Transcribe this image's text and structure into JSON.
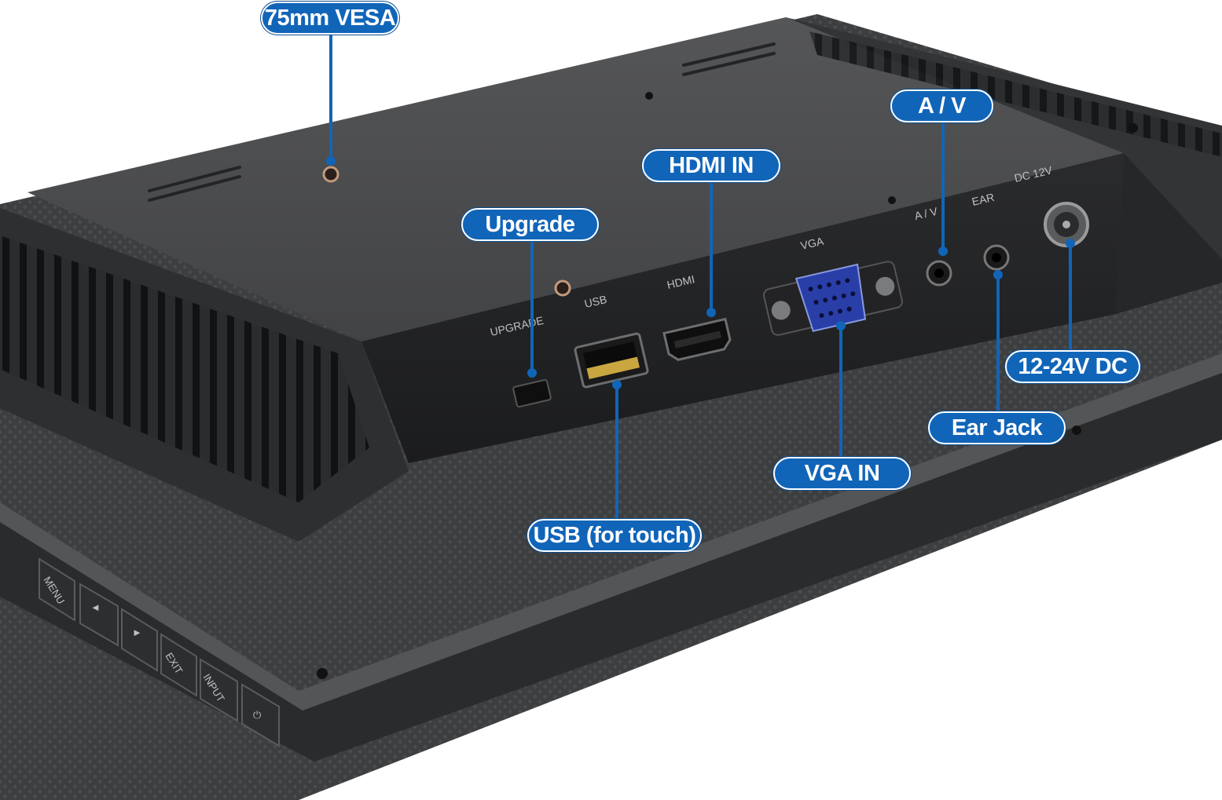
{
  "callouts": {
    "vesa": "75mm VESA",
    "av": "A / V",
    "hdmi_in": "HDMI IN",
    "upgrade": "Upgrade",
    "dc_power": "12-24V DC",
    "ear_jack": "Ear Jack",
    "vga_in": "VGA IN",
    "usb_touch": "USB (for touch)"
  },
  "port_labels": {
    "upgrade": "UPGRADE",
    "usb": "USB",
    "hdmi": "HDMI",
    "vga": "VGA",
    "av": "A / V",
    "ear": "EAR",
    "dc": "DC 12V"
  },
  "buttons": {
    "menu": "MENU",
    "left": "◄",
    "right": "►",
    "exit": "EXIT",
    "input": "INPUT",
    "power": "⏻"
  },
  "colors": {
    "callout_blue": "#1165b8",
    "vga_blue": "#2a3ea8",
    "housing": "#3a3b3d",
    "back_panel": "#4a4b4d"
  }
}
